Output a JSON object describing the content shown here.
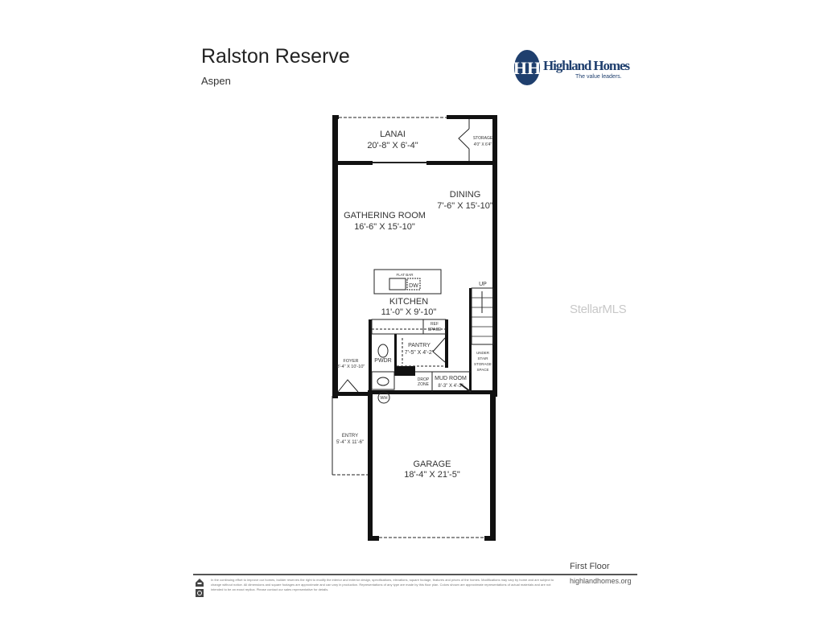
{
  "header": {
    "title": "Ralston Reserve",
    "subtitle": "Aspen"
  },
  "logo": {
    "brand": "Highland Homes",
    "tagline": "The value leaders.",
    "monogram": "HH",
    "color": "#1f3f6e"
  },
  "watermark": "StellarMLS",
  "rooms": {
    "lanai": {
      "name": "LANAI",
      "dims": "20'-8\" X 6'-4\""
    },
    "storage": {
      "name": "STORAGE",
      "dims": "4'0\" X 6'4\""
    },
    "dining": {
      "name": "DINING",
      "dims": "7'-6\" X 15'-10\""
    },
    "gathering": {
      "name": "GATHERING ROOM",
      "dims": "16'-6\" X 15'-10\""
    },
    "flat_bar": "FLAT BAR",
    "dw": "DW",
    "kitchen": {
      "name": "KITCHEN",
      "dims": "11'-0\" X 9'-10\""
    },
    "up": "UP",
    "ref": [
      "REF",
      "SPACE"
    ],
    "pantry": {
      "name": "PANTRY",
      "dims": "7'-5\" X 4'-2\""
    },
    "pwdr": "PWDR",
    "foyer": {
      "name": "FOYER",
      "dims": "8'-4\" X 10'-10\""
    },
    "under_stair": [
      "UNDER",
      "STAIR",
      "STORAGE",
      "SPACE"
    ],
    "drop_zone": [
      "DROP",
      "ZONE"
    ],
    "mud_room": {
      "name": "MUD ROOM",
      "dims": "8'-3\" X 4'-3\""
    },
    "wh": "WH",
    "entry": {
      "name": "ENTRY",
      "dims": "5'-4\" X 11'-6\""
    },
    "garage": {
      "name": "GARAGE",
      "dims": "18'-4\" X 21'-5\""
    }
  },
  "footer": {
    "floor": "First Floor",
    "website": "highlandhomes.org",
    "disclaimer": "In the continuing effort to improve our homes, builder reserves the right to modify the interior and exterior design, specifications, elevations, square footage, features and prices of the homes. Modifications may vary by home and are subject to change without notice. All dimensions and square footages are approximate and can vary in production. Representations of any type are made by this floor plan. Colors shown are approximate representations of actual materials and are not intended to be an exact replica. Please contact our sales representative for details."
  }
}
